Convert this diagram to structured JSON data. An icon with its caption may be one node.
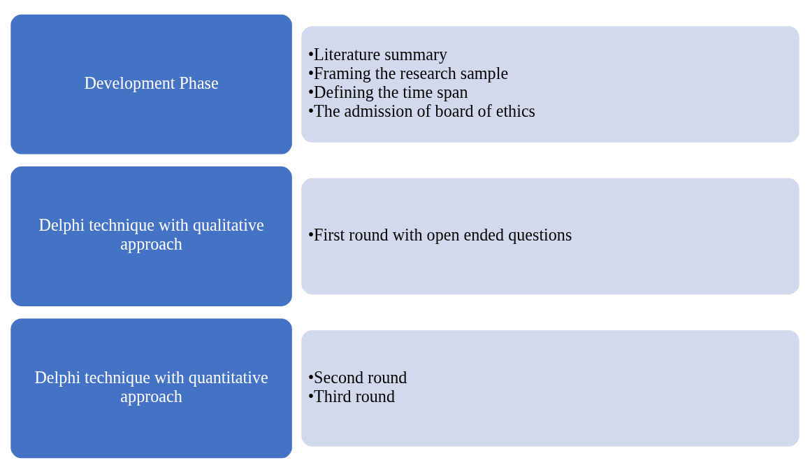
{
  "diagram": {
    "nodes": [
      {
        "text": [
          "Development Phase"
        ]
      },
      {
        "text": [
          "•Literature summary",
          "•Framing the research sample",
          "•Defining the time span",
          "•The admission of board of ethics"
        ]
      },
      {
        "text": [
          "Delphi technique with qualitative approach"
        ]
      },
      {
        "text": [
          "•First round with open ended questions"
        ]
      },
      {
        "text": [
          "Delphi technique with quantitative approach"
        ]
      },
      {
        "text": [
          "•Second round",
          "•Third round"
        ]
      }
    ]
  }
}
